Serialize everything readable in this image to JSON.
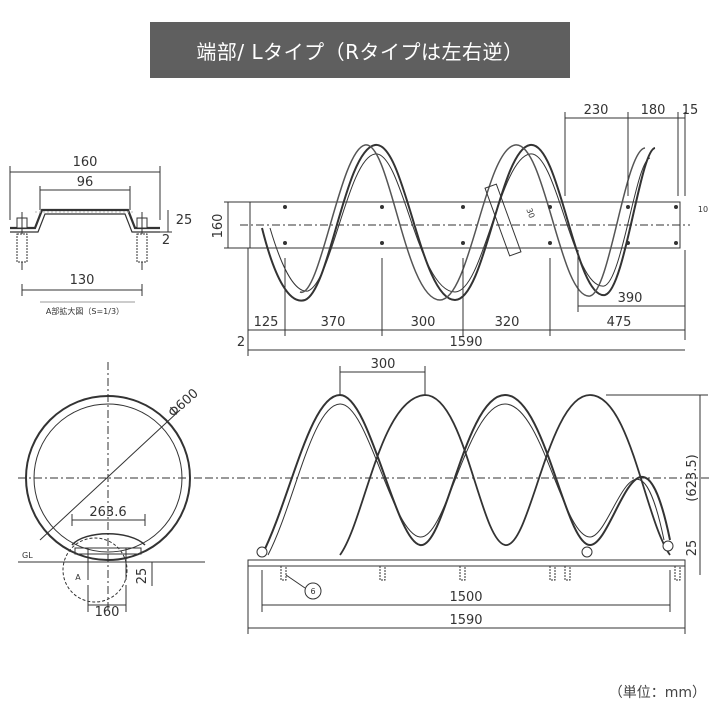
{
  "title": "端部/ Lタイプ（Rタイプは左右逆）",
  "unit_note": "（単位：mm）",
  "detail": {
    "caption": "A部拡大図（S=1/3）",
    "dims": {
      "top": "160",
      "inner": "96",
      "height": "25",
      "thick": "2",
      "bottom": "130"
    }
  },
  "plan": {
    "dims": {
      "d230": "230",
      "d180": "180",
      "d15": "15",
      "d160": "160",
      "d10": "10",
      "d30": "30",
      "d390": "390",
      "d125": "125",
      "d370": "370",
      "d300": "300",
      "d320": "320",
      "d475": "475",
      "d2": "2",
      "d1590": "1590"
    }
  },
  "side": {
    "dims": {
      "diameter": "Φ600",
      "width": "263.6",
      "height": "25",
      "bottom": "160",
      "gl": "GL",
      "marker": "A"
    }
  },
  "front": {
    "dims": {
      "pitch": "300",
      "height": "(623.5)",
      "base": "25",
      "span": "1500",
      "total": "1590",
      "anchor": "6"
    }
  }
}
